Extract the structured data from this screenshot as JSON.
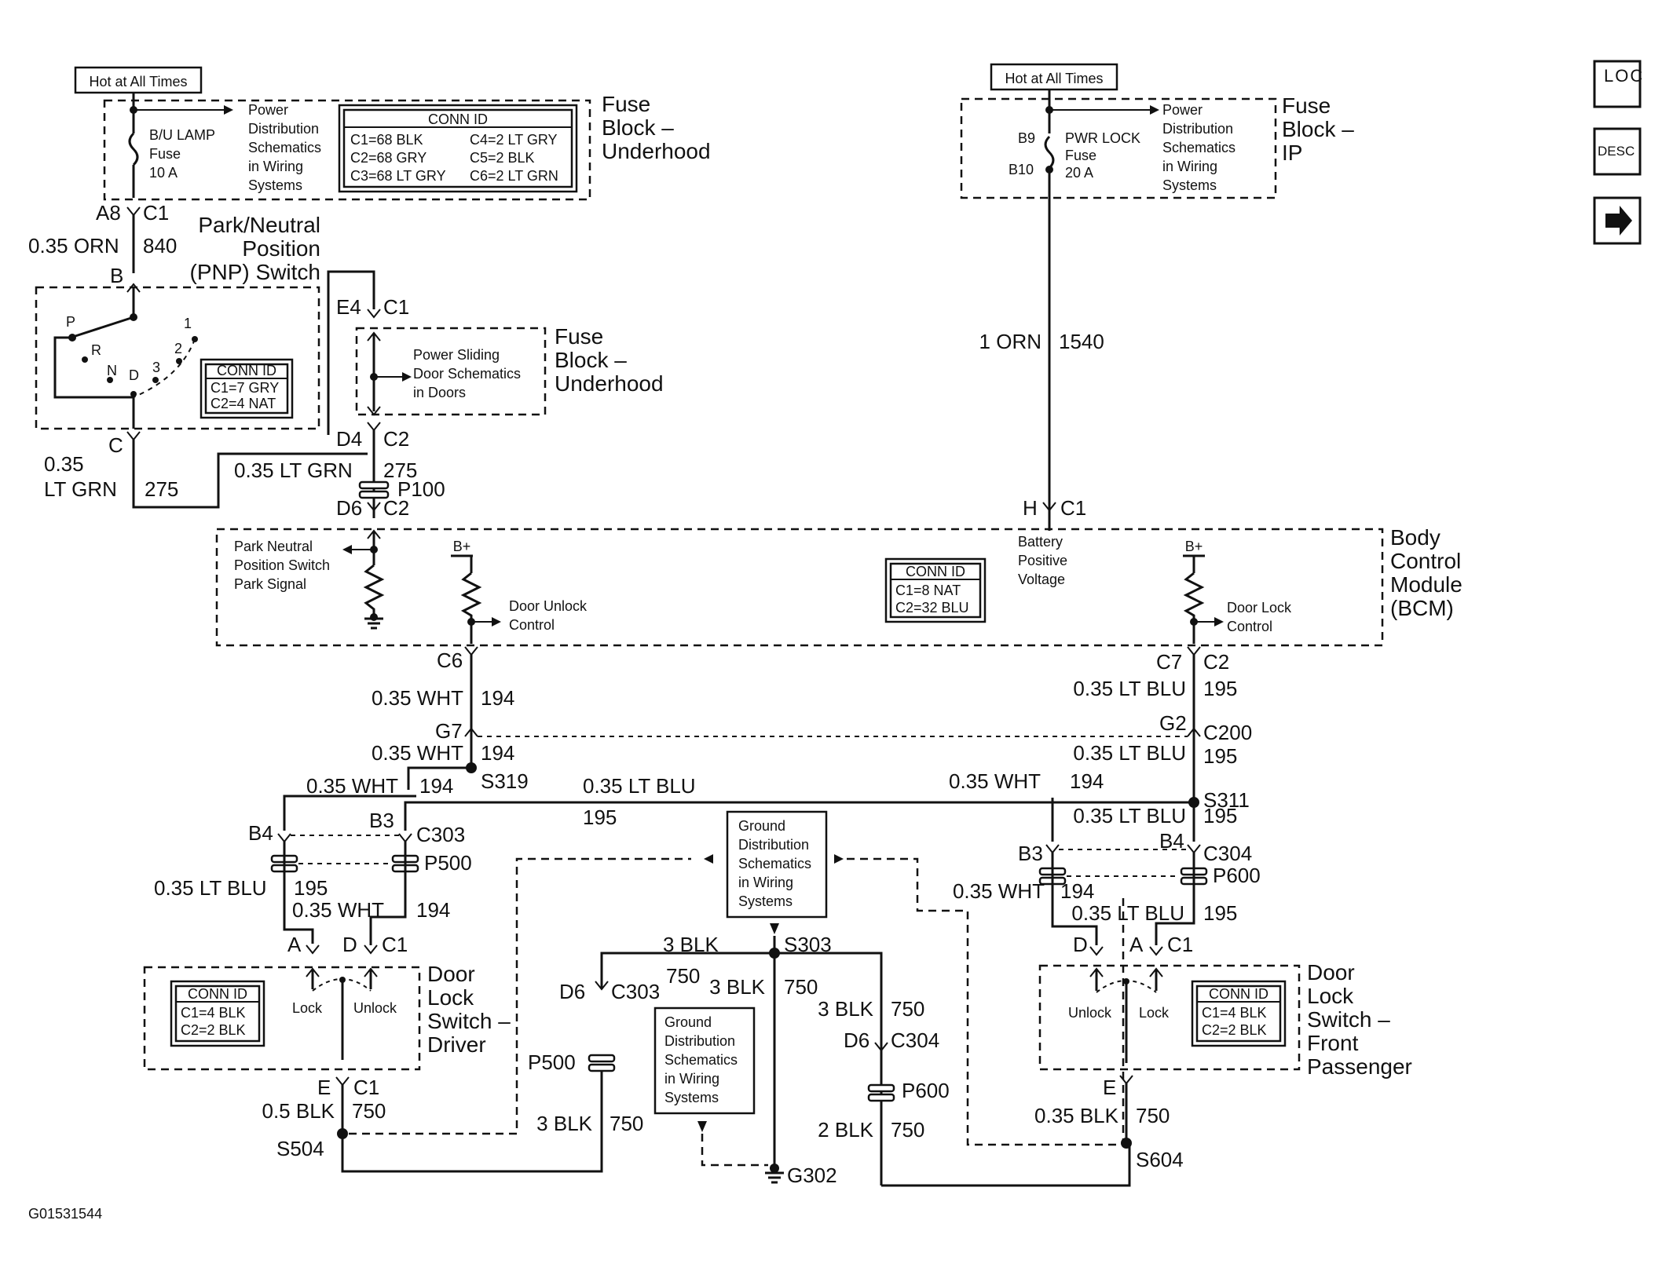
{
  "diagram": {
    "hot_left": "Hot at All Times",
    "hot_right": "Hot at All Times",
    "fuse_underhood": {
      "title_lines": [
        "Fuse",
        "Block –",
        "Underhood"
      ],
      "fuse_lines": [
        "B/U LAMP",
        "Fuse",
        "10 A"
      ],
      "power_lines": [
        "Power",
        "Distribution",
        "Schematics",
        "in Wiring",
        "Systems"
      ],
      "conn_id_title": "CONN ID",
      "conn_left": [
        "C1=68 BLK",
        "C2=68 GRY",
        "C3=68 LT GRY"
      ],
      "conn_right": [
        "C4=2 LT GRY",
        "C5=2 BLK",
        "C6=2 LT GRN"
      ]
    },
    "fuse_ip": {
      "title_lines": [
        "Fuse",
        "Block –",
        "IP"
      ],
      "pin_top": "B9",
      "pin_bottom": "B10",
      "fuse_lines": [
        "PWR LOCK",
        "Fuse",
        "20 A"
      ],
      "power_lines": [
        "Power",
        "Distribution",
        "Schematics",
        "in Wiring",
        "Systems"
      ]
    },
    "pnp_switch": {
      "title_lines": [
        "Park/Neutral",
        "Position",
        "(PNP) Switch"
      ],
      "gears": [
        "P",
        "R",
        "N",
        "D",
        "3",
        "2",
        "1"
      ],
      "conn_id_title": "CONN ID",
      "conn_lines": [
        "C1=7 GRY",
        "C2=4 NAT"
      ]
    },
    "sliding_door": {
      "lines": [
        "Power Sliding",
        "Door Schematics",
        "in Doors"
      ],
      "title_lines": [
        "Fuse",
        "Block –",
        "Underhood"
      ]
    },
    "bcm": {
      "title_lines": [
        "Body",
        "Control",
        "Module",
        "(BCM)"
      ],
      "pnp_signal": [
        "Park Neutral",
        "Position Switch",
        "Park Signal"
      ],
      "unlock_ctrl": [
        "Door Unlock",
        "Control"
      ],
      "lock_ctrl": [
        "Door Lock",
        "Control"
      ],
      "battery": [
        "Battery",
        "Positive",
        "Voltage"
      ],
      "bplus": "B+",
      "conn_id_title": "CONN ID",
      "conn_lines": [
        "C1=8 NAT",
        "C2=32 BLU"
      ]
    },
    "ground_dist": [
      "Ground",
      "Distribution",
      "Schematics",
      "in Wiring",
      "Systems"
    ],
    "driver_switch": {
      "title_lines": [
        "Door",
        "Lock",
        "Switch –",
        "Driver"
      ],
      "lock": "Lock",
      "unlock": "Unlock",
      "conn_id_title": "CONN ID",
      "conn_lines": [
        "C1=4 BLK",
        "C2=2 BLK"
      ]
    },
    "pass_switch": {
      "title_lines": [
        "Door",
        "Lock",
        "Switch –",
        "Front",
        "Passenger"
      ],
      "lock": "Lock",
      "unlock": "Unlock",
      "conn_id_title": "CONN ID",
      "conn_lines": [
        "C1=4 BLK",
        "C2=2 BLK"
      ]
    },
    "labels": {
      "a8": "A8",
      "c1_a8": "C1",
      "w840_color": "0.35 ORN",
      "w840": "840",
      "b_pin": "B",
      "e4": "E4",
      "c1_e4": "C1",
      "c_pin": "C",
      "w275_l_color1": "0.35",
      "w275_l_color2": "LT GRN",
      "w275_l": "275",
      "d4": "D4",
      "c2_d4": "C2",
      "w275_color": "0.35 LT GRN",
      "w275": "275",
      "p100": "P100",
      "d6_bcm": "D6",
      "c2_d6": "C2",
      "w1540_color": "1 ORN",
      "w1540": "1540",
      "h_pin": "H",
      "c1_h": "C1",
      "c6": "C6",
      "w194a_color": "0.35 WHT",
      "w194a": "194",
      "g7": "G7",
      "w194b_color": "0.35 WHT",
      "w194b": "194",
      "c7": "C7",
      "c2_c7": "C2",
      "w195a_color": "0.35 LT BLU",
      "w195a": "195",
      "g2": "G2",
      "c200": "C200",
      "w195b_color": "0.35 LT BLU",
      "w195b": "195",
      "s319": "S319",
      "w194c_color": "0.35 WHT",
      "w194c": "194",
      "w195c_color": "0.35 LT BLU",
      "w195c": "195",
      "w194d_color": "0.35 WHT",
      "w194d": "194",
      "s311": "S311",
      "w195d_color": "0.35 LT BLU",
      "w195d": "195",
      "b4_l": "B4",
      "b3_l": "B3",
      "c303_l": "C303",
      "p500_l": "P500",
      "w195e_color": "0.35 LT BLU",
      "w195e": "195",
      "w194e_color": "0.35 WHT",
      "w194e": "194",
      "a_l": "A",
      "d_l": "D",
      "c1_l": "C1",
      "b3_r": "B3",
      "b4_r": "B4",
      "c304_r": "C304",
      "p600_r": "P600",
      "w194f_color": "0.35 WHT",
      "w194f": "194",
      "w195f_color": "0.35 LT BLU",
      "w195f": "195",
      "d_r": "D",
      "a_r": "A",
      "c1_r": "C1",
      "e_l": "E",
      "c1_e_l": "C1",
      "w750a_color": "0.5 BLK",
      "w750a": "750",
      "s504": "S504",
      "d6_c303": "D6",
      "c303_m": "C303",
      "w750b_num": "750",
      "p500_m": "P500",
      "w750c_color": "3 BLK",
      "w750c": "750",
      "w750d_color": "3 BLK",
      "s303": "S303",
      "w750e_color": "3 BLK",
      "w750e": "750",
      "w750f_color": "3 BLK",
      "w750f": "750",
      "d6_c304": "D6",
      "c304_m": "C304",
      "p600_m": "P600",
      "w750g_color": "2 BLK",
      "w750g": "750",
      "g302": "G302",
      "e_r": "E",
      "w750h_color": "0.35 BLK",
      "w750h": "750",
      "s604": "S604"
    },
    "figure_id": "G01531544"
  },
  "sidebar": {
    "loc_button": "LOC",
    "desc_button": "DESC",
    "next_button": "next-arrow"
  }
}
